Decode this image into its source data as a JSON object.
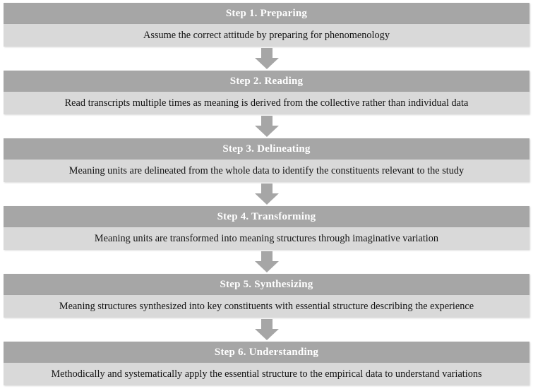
{
  "diagram": {
    "title": "Phenomenological data analysis six-step process flowchart",
    "orientation": "vertical-top-to-bottom",
    "colors": {
      "header_bar": "#a6a6a6",
      "body_bar": "#d9d9d9",
      "header_text": "#ffffff",
      "body_text": "#141414",
      "arrow": "#a6a6a6",
      "background": "#ffffff"
    },
    "connector_icon": "arrow-down-icon",
    "steps": [
      {
        "header": "Step 1. Preparing",
        "body": "Assume the correct attitude by preparing for phenomenology"
      },
      {
        "header": "Step 2. Reading",
        "body": "Read transcripts multiple times as meaning is derived from the collective rather than individual data"
      },
      {
        "header": "Step 3. Delineating",
        "body": "Meaning units are delineated from the whole data to identify the constituents relevant to the study"
      },
      {
        "header": "Step 4. Transforming",
        "body": "Meaning units are transformed into meaning structures through imaginative variation"
      },
      {
        "header": "Step 5. Synthesizing",
        "body": "Meaning structures synthesized into key constituents with essential structure describing the experience"
      },
      {
        "header": "Step 6. Understanding",
        "body": "Methodically and systematically apply the essential structure to the empirical data to understand variations"
      }
    ]
  }
}
